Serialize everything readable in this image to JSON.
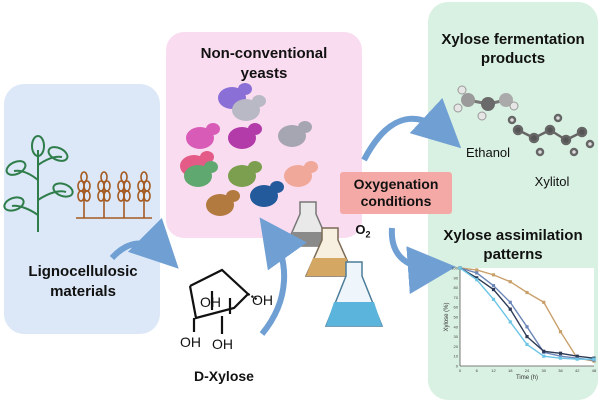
{
  "panels": {
    "lignocellulose": {
      "title_line1": "Lignocellulosic",
      "title_line2": "materials"
    },
    "yeasts": {
      "title_line1": "Non-conventional",
      "title_line2": "yeasts"
    },
    "products": {
      "title_line1": "Xylose fermentation",
      "title_line2": "products",
      "ethanol": "Ethanol",
      "xylitol": "Xylitol"
    },
    "assimilation": {
      "title_line1": "Xylose assimilation",
      "title_line2": "patterns"
    }
  },
  "sugar": {
    "name": "D-Xylose",
    "groups": [
      "OH",
      "OH",
      "OH",
      "OH"
    ]
  },
  "oxygen": {
    "label_line1": "Oxygenation",
    "label_line2": "conditions",
    "formula": "O",
    "subscript": "2"
  },
  "colors": {
    "left_panel": "#dce8f7",
    "yeast_panel": "#fadcf0",
    "right_panel": "#d9f1e2",
    "oxygen_box": "#f4a9a6",
    "arrow": "#6f9fd3"
  },
  "yeast_cells": [
    "#8a6fd6",
    "#d85bb8",
    "#b9b9c6",
    "#e35b86",
    "#b23ba9",
    "#a6a6b3",
    "#5fa870",
    "#7b9f4f",
    "#f0a89a",
    "#b27a3e",
    "#235a9c"
  ],
  "chart_data": {
    "type": "line",
    "xlabel": "Time (h)",
    "ylabel": "Xylose (%)",
    "x_ticks": [
      "0",
      "6",
      "12",
      "18",
      "24",
      "30",
      "36",
      "42",
      "48"
    ],
    "y_ticks": [
      "100",
      "90",
      "80",
      "70",
      "60",
      "50",
      "40",
      "30",
      "20",
      "10",
      "0"
    ],
    "xlim": [
      0,
      48
    ],
    "ylim": [
      0,
      100
    ],
    "series": [
      {
        "color": "#c9a06b",
        "x": [
          0,
          6,
          12,
          18,
          24,
          30,
          36,
          42,
          48
        ],
        "values": [
          100,
          98,
          93,
          86,
          75,
          65,
          35,
          8,
          5
        ]
      },
      {
        "color": "#6c87b8",
        "x": [
          0,
          6,
          12,
          18,
          24,
          30,
          36,
          42,
          48
        ],
        "values": [
          100,
          95,
          82,
          65,
          40,
          14,
          10,
          8,
          6
        ]
      },
      {
        "color": "#2d3a55",
        "x": [
          0,
          6,
          12,
          18,
          24,
          30,
          36,
          42,
          48
        ],
        "values": [
          100,
          90,
          78,
          58,
          30,
          15,
          13,
          10,
          8
        ]
      },
      {
        "color": "#6ec6e6",
        "x": [
          0,
          6,
          12,
          18,
          24,
          30,
          36,
          42,
          48
        ],
        "values": [
          100,
          88,
          68,
          45,
          22,
          10,
          8,
          7,
          7
        ]
      }
    ]
  }
}
